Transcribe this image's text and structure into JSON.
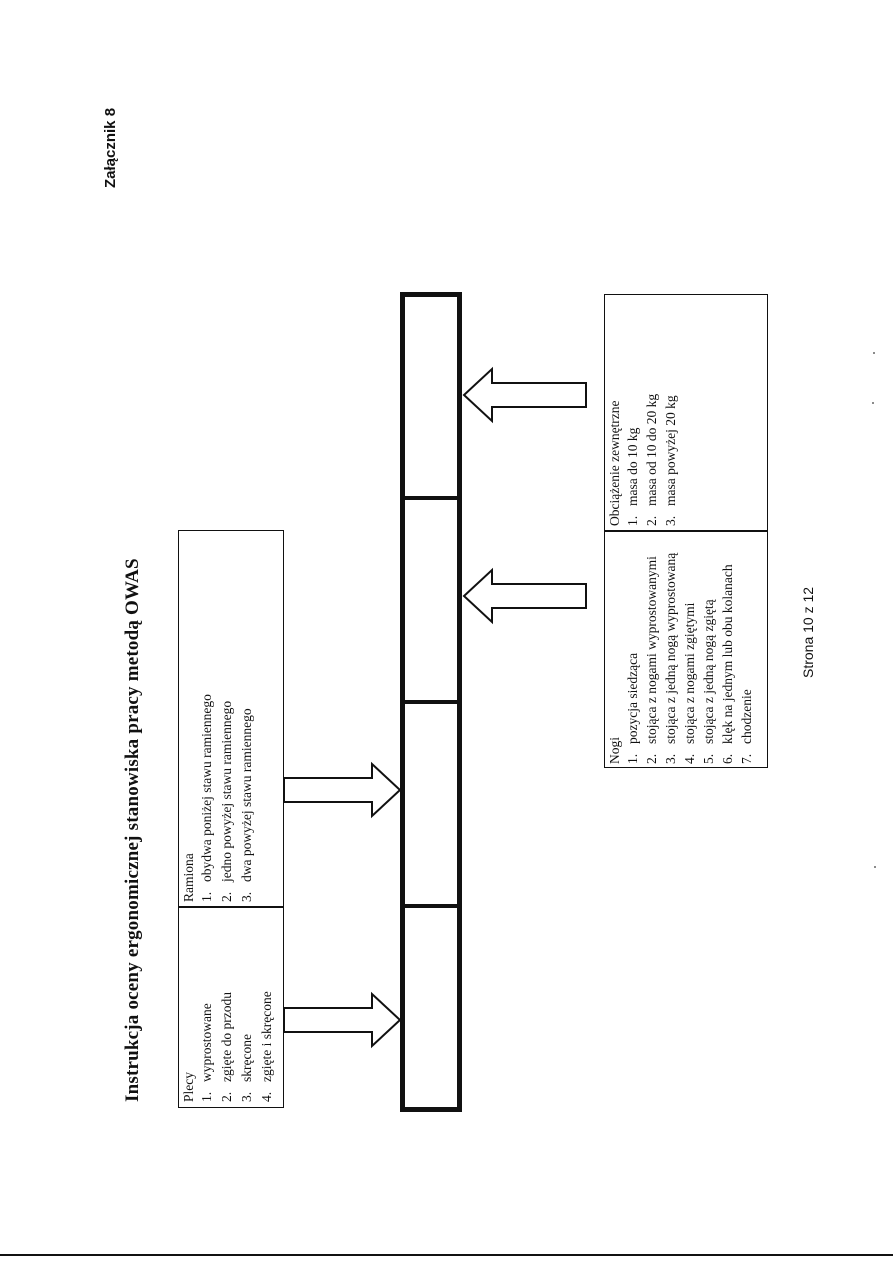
{
  "header": {
    "annex": "Załącznik 8"
  },
  "document": {
    "title": "Instrukcja oceny ergonomicznej stanowiska pracy metodą OWAS"
  },
  "footer": {
    "page": "Strona 10 z 12"
  },
  "legends": {
    "back": {
      "heading": "Plecy",
      "items": [
        {
          "num": "1.",
          "text": "wyprostowane"
        },
        {
          "num": "2.",
          "text": "zgięte do przodu"
        },
        {
          "num": "3.",
          "text": "skręcone"
        },
        {
          "num": "4.",
          "text": "zgięte i skręcone"
        }
      ]
    },
    "arms": {
      "heading": "Ramiona",
      "items": [
        {
          "num": "1.",
          "text": "obydwa poniżej stawu ramiennego"
        },
        {
          "num": "2.",
          "text": "jedno powyżej stawu ramiennego"
        },
        {
          "num": "3.",
          "text": "dwa powyżej stawu ramiennego"
        }
      ]
    },
    "legs": {
      "heading": "Nogi",
      "items": [
        {
          "num": "1.",
          "text": "pozycja siedząca"
        },
        {
          "num": "2.",
          "text": "stojąca z nogami wyprostowanymi"
        },
        {
          "num": "3.",
          "text": "stojąca z jedną nogą wyprostowaną"
        },
        {
          "num": "4.",
          "text": "stojąca z nogami zgiętymi"
        },
        {
          "num": "5.",
          "text": "stojąca z jedną nogą zgiętą"
        },
        {
          "num": "6.",
          "text": "klęk na jednym lub obu kolanach"
        },
        {
          "num": "7.",
          "text": "chodzenie"
        }
      ]
    },
    "load": {
      "heading": "Obciążenie zewnętrzne",
      "items": [
        {
          "num": "1.",
          "text": "masa do 10 kg"
        },
        {
          "num": "2.",
          "text": "masa od 10 do 20 kg"
        },
        {
          "num": "3.",
          "text": "masa powyżej 20 kg"
        }
      ]
    }
  }
}
